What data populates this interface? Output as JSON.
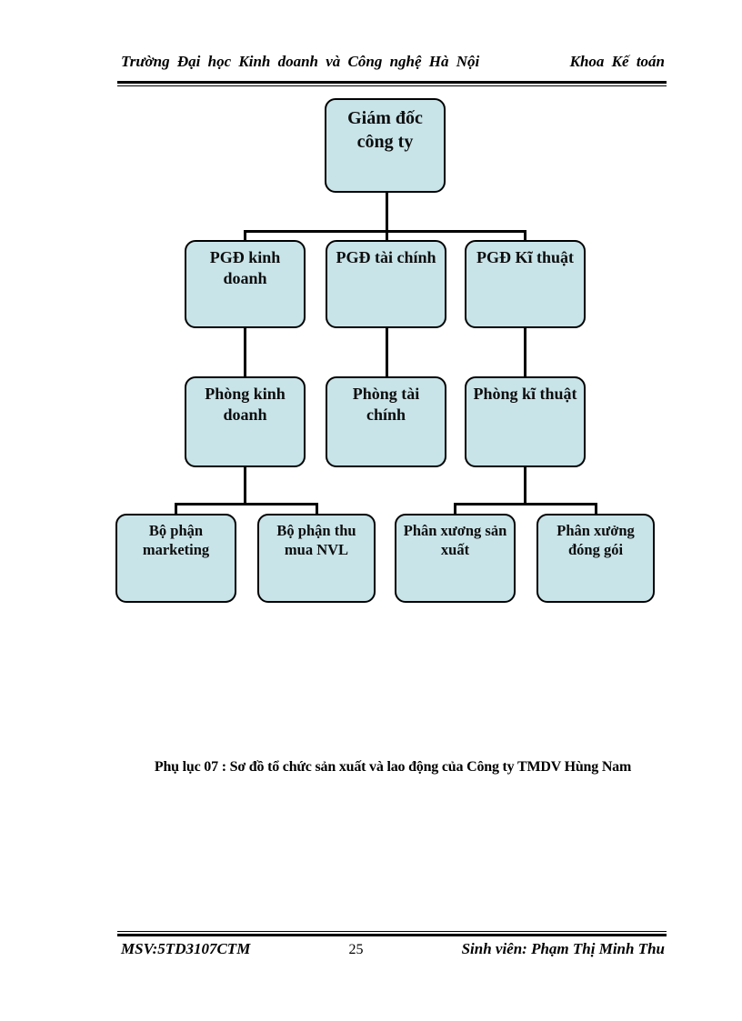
{
  "header": {
    "left": "Trường Đại học Kinh doanh và Công nghệ Hà Nội",
    "right": "Khoa Kế toán"
  },
  "org_chart": {
    "type": "org-chart",
    "box_fill_color": "#c8e4e9",
    "box_border_color": "#000000",
    "connector_color": "#000000",
    "nodes": {
      "director": "Giám đốc công ty",
      "pgd_kinh_doanh": "PGĐ kinh doanh",
      "pgd_tai_chinh": "PGĐ tài chính",
      "pgd_ki_thuat": "PGĐ Kĩ thuật",
      "phong_kinh_doanh": "Phòng kinh doanh",
      "phong_tai_chinh": "Phòng tài chính",
      "phong_ki_thuat": "Phòng kĩ thuật",
      "bo_phan_marketing": "Bộ phận marketing",
      "bo_phan_thu_mua": "Bộ phận thu mua NVL",
      "phan_xuong_san_xuat": "Phân xương sản xuất",
      "phan_xuong_dong_goi": "Phân xưởng đóng gói"
    },
    "edges": [
      [
        "director",
        "pgd_kinh_doanh"
      ],
      [
        "director",
        "pgd_tai_chinh"
      ],
      [
        "director",
        "pgd_ki_thuat"
      ],
      [
        "pgd_kinh_doanh",
        "phong_kinh_doanh"
      ],
      [
        "pgd_tai_chinh",
        "phong_tai_chinh"
      ],
      [
        "pgd_ki_thuat",
        "phong_ki_thuat"
      ],
      [
        "phong_kinh_doanh",
        "bo_phan_marketing"
      ],
      [
        "phong_kinh_doanh",
        "bo_phan_thu_mua"
      ],
      [
        "phong_ki_thuat",
        "phan_xuong_san_xuat"
      ],
      [
        "phong_ki_thuat",
        "phan_xuong_dong_goi"
      ]
    ]
  },
  "caption": "Phụ lục 07 : Sơ đồ tổ chức sản xuất và lao động của Công ty TMDV Hùng Nam",
  "footer": {
    "left": "MSV:5TD3107CTM",
    "page_number": "25",
    "right": "Sinh viên: Phạm Thị Minh Thu"
  }
}
